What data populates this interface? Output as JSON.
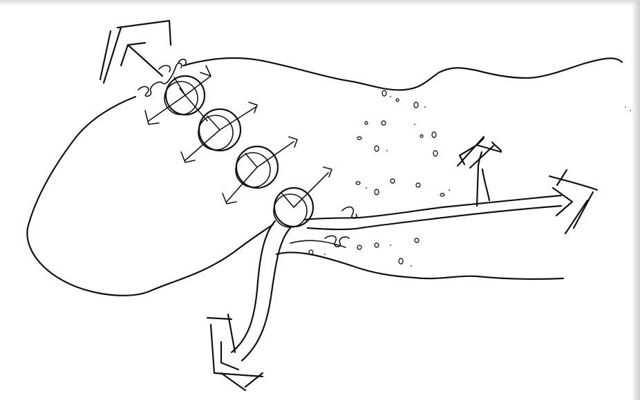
{
  "drawing": {
    "ink_color": "#111111",
    "paper_color": "#ffffff",
    "shadow_color": "#d4d4d4",
    "nodes": [
      {
        "id": "node-1"
      },
      {
        "id": "node-2"
      },
      {
        "id": "node-3"
      },
      {
        "id": "node-4"
      }
    ],
    "pebbles": 28
  }
}
